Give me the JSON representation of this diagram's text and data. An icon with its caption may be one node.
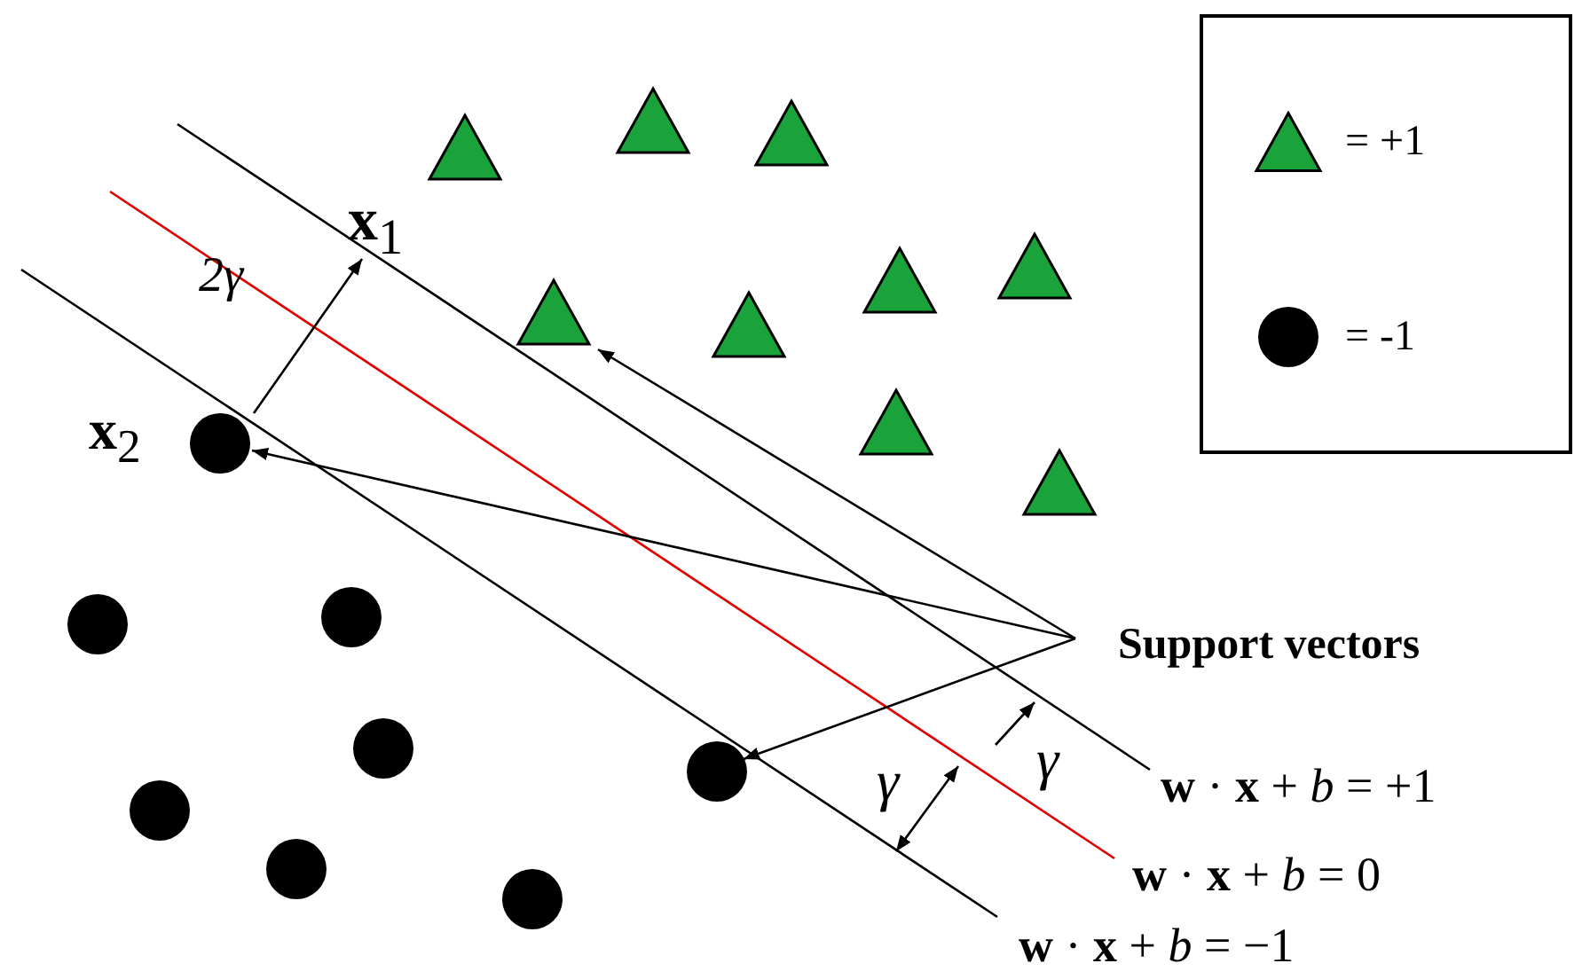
{
  "diagram": {
    "nodes": [
      {
        "text": [],
        "shape": "triangle"
      },
      {
        "text": [],
        "shape": "triangle"
      },
      {
        "text": [],
        "shape": "triangle"
      },
      {
        "text": [],
        "shape": "triangle"
      },
      {
        "text": [],
        "shape": "triangle"
      },
      {
        "text": [],
        "shape": "triangle"
      },
      {
        "text": [],
        "shape": "triangle"
      },
      {
        "text": [],
        "shape": "triangle"
      },
      {
        "text": [],
        "shape": "circle",
        "beside": [
          "**x**$_{2}$"
        ]
      },
      {
        "text": [],
        "shape": "triangle"
      },
      {
        "text": [],
        "shape": "circle"
      },
      {
        "text": [],
        "shape": "circle"
      },
      {
        "text": [
          "Support vectors"
        ]
      },
      {
        "text": [],
        "shape": "circle"
      },
      {
        "text": [],
        "shape": "circle"
      },
      {
        "text": [],
        "shape": "circle"
      },
      {
        "text": [],
        "shape": "circle"
      },
      {
        "text": [],
        "shape": "circle"
      }
    ],
    "edges": [
      {
        "from": 12,
        "to": 5,
        "arrow": "to"
      },
      {
        "from": 12,
        "to": 8,
        "arrow": "to"
      },
      {
        "from": 12,
        "to": 14,
        "arrow": "to"
      }
    ],
    "labels": [
      "**x**$_{1}$",
      "2γ",
      "γ",
      "γ",
      "**w** · **x** + *b* = +1",
      "**w** · **x** + *b* = 0",
      "**w** · **x** + *b* = −1"
    ],
    "legend": [
      {
        "text": "= +1"
      },
      {
        "text": "= -1"
      }
    ]
  }
}
